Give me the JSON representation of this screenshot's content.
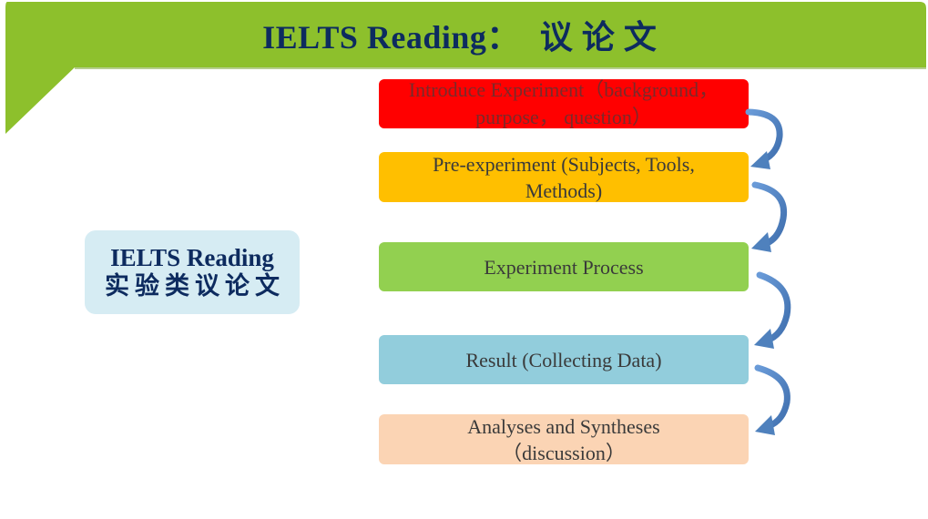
{
  "title": {
    "en": "IELTS Reading：",
    "zh": "议论文"
  },
  "left_box": {
    "line1": "IELTS Reading",
    "line2": "实验类议论文"
  },
  "steps": [
    {
      "line1": "Introduce Experiment（background，",
      "line2": "purpose，  question）"
    },
    {
      "line1": "Pre-experiment (Subjects, Tools,",
      "line2": "Methods)"
    },
    {
      "line1": "Experiment Process"
    },
    {
      "line1": "Result (Collecting Data)"
    },
    {
      "line1": "Analyses and Syntheses",
      "line2": "（discussion）"
    }
  ],
  "colors": {
    "title_bar": "#8dc02c",
    "step_colors": [
      "#ff0000",
      "#ffbf00",
      "#92d050",
      "#92cddc",
      "#fbd4b4"
    ],
    "arrow": "#4f81bd",
    "title_text": "#0d2b5f"
  }
}
